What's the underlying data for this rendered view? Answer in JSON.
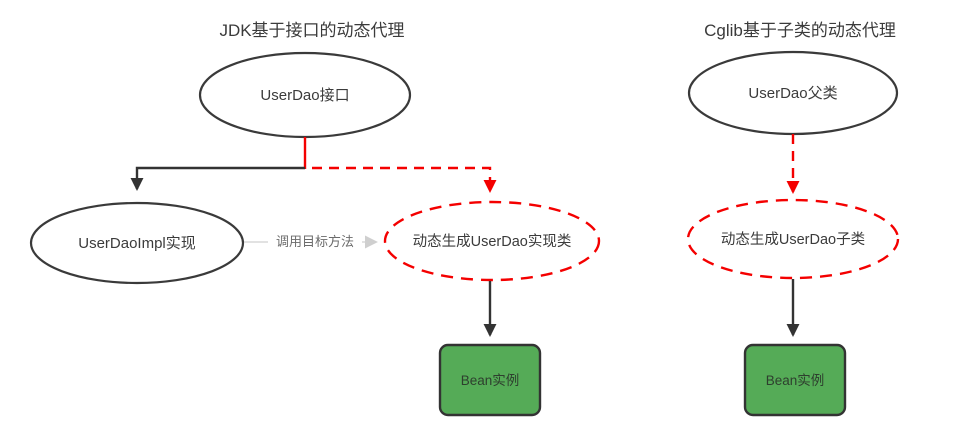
{
  "diagram": {
    "left": {
      "title": "JDK基于接口的动态代理",
      "interface_node": "UserDao接口",
      "impl_node": "UserDaoImpl实现",
      "proxy_node": "动态生成UserDao实现类",
      "edge_label": "调用目标方法",
      "bean_node": "Bean实例"
    },
    "right": {
      "title": "Cglib基于子类的动态代理",
      "parent_node": "UserDao父类",
      "proxy_node": "动态生成UserDao子类",
      "bean_node": "Bean实例"
    },
    "colors": {
      "node_stroke": "#3a3a3a",
      "proxy_red": "#f40000",
      "bean_green": "#55ab57",
      "gray_edge": "#d8d8d8",
      "text": "#3b3b3b"
    }
  }
}
